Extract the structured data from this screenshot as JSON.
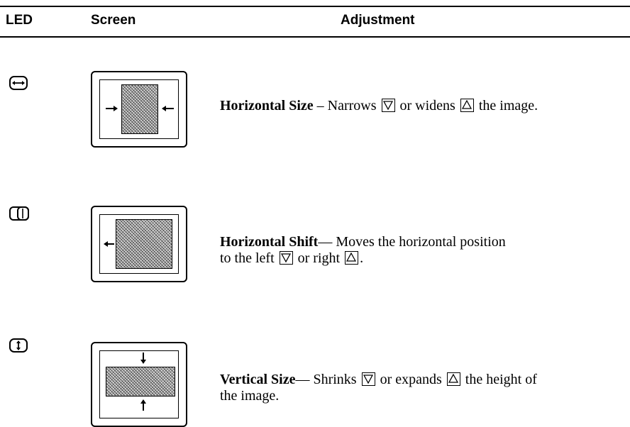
{
  "header": {
    "col_led": "LED",
    "col_screen": "Screen",
    "col_adjustment": "Adjustment"
  },
  "rows": [
    {
      "led_icon": "horizontal-size-led-icon",
      "title": "Horizontal Size",
      "sep": " – ",
      "text_a": "Narrows",
      "text_b": "or widens",
      "text_c": "the image."
    },
    {
      "led_icon": "horizontal-shift-led-icon",
      "title": "Horizontal Shift",
      "sep": "— ",
      "text_a": "Moves the horizontal position to the left",
      "text_b": "or right",
      "text_c": "."
    },
    {
      "led_icon": "vertical-size-led-icon",
      "title": "Vertical Size",
      "sep": "— ",
      "text_a": "Shrinks",
      "text_b": "or expands",
      "text_c": "the height of the image."
    }
  ],
  "key_icons": [
    "down-triangle-key-icon",
    "up-triangle-key-icon"
  ]
}
